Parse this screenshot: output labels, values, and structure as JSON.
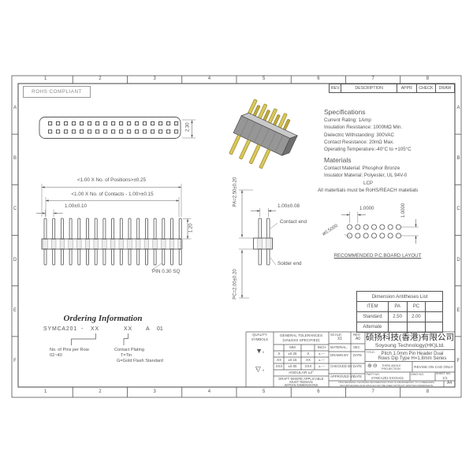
{
  "colors": {
    "text": "#555555",
    "line": "#555555",
    "gold": "#d9c85a",
    "gold_dark": "#bfa93a",
    "body_gray": "#969696"
  },
  "border": {
    "cols": [
      "1",
      "2",
      "3",
      "4",
      "5",
      "6",
      "7",
      "8"
    ],
    "rows": [
      "A",
      "B",
      "C",
      "D",
      "E",
      "F"
    ]
  },
  "rev_strip": {
    "rev": "REV",
    "description": "DESCRIPTION",
    "appr": "APPR",
    "check": "CHECK",
    "draw": "DRAW"
  },
  "rohs": "ROHS COMPLIANT",
  "specs": {
    "title": "Specifications",
    "lines": [
      "Current Rating:  1Amp",
      "Insulation Resistance: 1000MΩ Min.",
      "Dielectric Withstanding:  300VAC",
      "Contact Resistance:  20mΩ Max.",
      "Operating Temperature:-40°C to +105°C"
    ]
  },
  "materials": {
    "title": "Materials",
    "line1": "Contact Material: Phosphor Bronze",
    "line2": "Insulator Material: Polyester, UL 94V-0",
    "line3": "LCP",
    "line4": "All matertials must be RoHS/REACH matetials"
  },
  "top_view": {
    "dim_height": "2.30"
  },
  "front_view": {
    "dim_positions": "<1.00 X No. of Positions>±0.25",
    "dim_contacts": "<1.00 X No. of Contacts - 1.00>±0.15",
    "dim_pitch": "1.00±0.10",
    "dim_len": "1.20",
    "pin_label": "PIN 0.30 SQ"
  },
  "side_view": {
    "dim_pitch": "1.00±0.08",
    "contact_end": "Contact end",
    "solder_end": "Solder end",
    "dim_pa": "PA=2.50±0.20",
    "dim_pc": "PC=2.00±0.20"
  },
  "pcb": {
    "dim_x": "1.0000",
    "dim_y": "1.0000",
    "hole": "ø0.5000",
    "caption": "RECOMMENDED P.C.BOARD LAYOUT"
  },
  "dim_table": {
    "title": "Dimension Antitheses List",
    "headers": [
      "ITEM",
      "PA",
      "PC",
      ""
    ],
    "rows": [
      [
        "Standard",
        "2.50",
        "2.00",
        ""
      ],
      [
        "Alternate",
        "",
        "",
        ""
      ]
    ]
  },
  "ordering": {
    "title": "Ordering Information",
    "part": "SYMCA201",
    "dash": "-",
    "pins_code": "XX",
    "plating_code": "XX",
    "series": "A",
    "suffix": "01",
    "note1_l1": "No. of Pins per Row",
    "note1_l2": "02~40",
    "note2_l1": "Contact Plating",
    "note2_l2": "T=Tin",
    "note2_l3": "G=Gold Flash Standard"
  },
  "title_block": {
    "quality_l1": "QUALITY",
    "quality_l2": "SYMBOLS",
    "sym1": "▼",
    "sym1_sub": "0",
    "sym2": "▽",
    "sym2_inner": "C",
    "sym2_sub": "0",
    "gt_l1": "GENERAL TOLERANCES",
    "gt_l2": "(UNLESS SPECIFIED)",
    "mm": "MM",
    "inch": "INCH",
    "tol_rows": [
      [
        ".X",
        "±0.25",
        ".X",
        "±.---"
      ],
      [
        ".XX",
        "±0.15",
        ".XX",
        "±.---"
      ],
      [
        ".XXX",
        "±0.05",
        ".XXX",
        "±.---"
      ]
    ],
    "angular": "ANGULAR ±3°",
    "draft_l1": "DRAFT WHERE APPLICABLE",
    "draft_l2": "MUST REMAIN",
    "draft_l3": "WITHIN DIMENSIONS",
    "scale_label": "SCALE:",
    "scale": "X1",
    "rev_label": "REV:",
    "rev": "A0",
    "material_label": "MATERIAL:",
    "sec_label": "SEC",
    "drawn": "DRAWN BY",
    "checked": "CHECKED BY",
    "approved": "APPROVED BY",
    "date": "DATE",
    "company_cn": "硕扬科技(香港)有限公司",
    "company_en": "Soyoung Technology(HK)Ltd.",
    "title_label": "TITLE:",
    "title_l1": "Pitch 1.0mm Pin Header Dual",
    "title_l2": "Rows Dip Type H=1.8mm Series",
    "proj_sym": "⊕⊖",
    "proj_l1": "THIRD ANGLE",
    "proj_l2": "PROJECTION",
    "revise": "REVISE ON CAD ONLY",
    "part_label": "PART NO.",
    "part_value": "SYMCA201-XXXXA01",
    "dwg_label": "DWG NO.",
    "sheet_label": "SHEET NO.",
    "sheet_value": "1/1",
    "note_l1": "THIS DRAWING CONTAINS INFORMATION THAT IS PROPRIETARY TO CYBERAMPS",
    "note_l2": "INCORPORATED AND SHOULD NOT BE USED WITHOUT WRITTEN PERMISSION",
    "paper": "A4"
  }
}
